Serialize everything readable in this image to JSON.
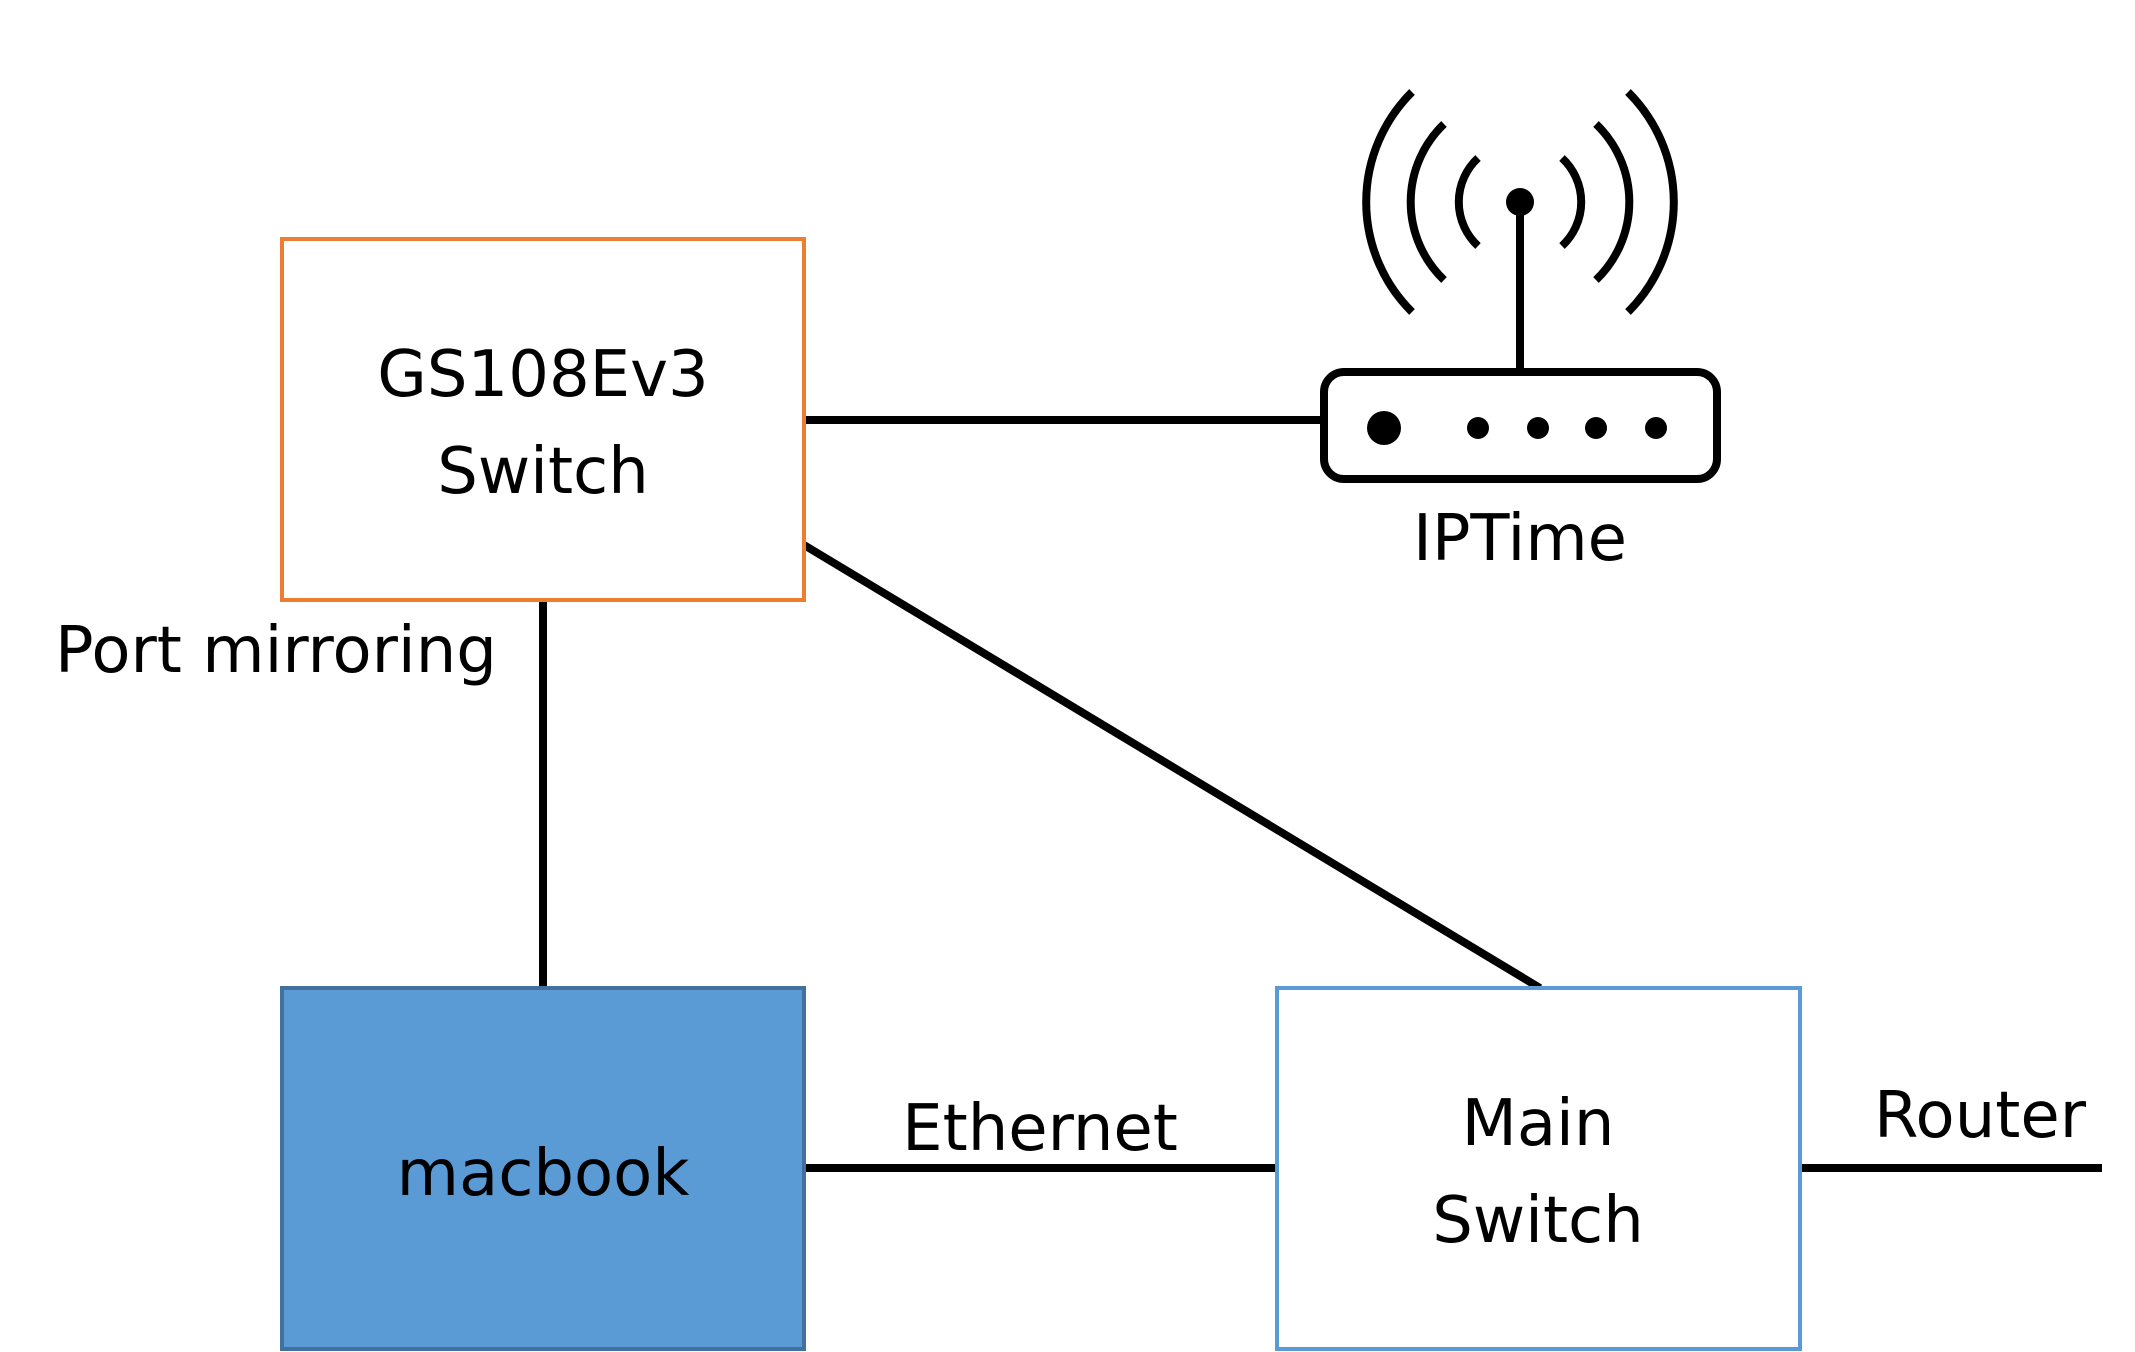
{
  "nodes": {
    "gs_switch": {
      "line1": "GS108Ev3",
      "line2": "Switch",
      "border_color": "#ED7D31",
      "fill_color": "#FFFFFF"
    },
    "macbook": {
      "label": "macbook",
      "border_color": "#41719C",
      "fill_color": "#5B9BD5",
      "text_color": "#FFFFFF"
    },
    "main_switch": {
      "line1": "Main",
      "line2": "Switch",
      "border_color": "#5B9BD5",
      "fill_color": "#FFFFFF"
    },
    "iptime": {
      "label": "IPTime",
      "icon": "wireless-router-icon"
    }
  },
  "edges": {
    "port_mirroring": "Port mirroring",
    "ethernet": "Ethernet",
    "router": "Router"
  },
  "line_color": "#000000"
}
